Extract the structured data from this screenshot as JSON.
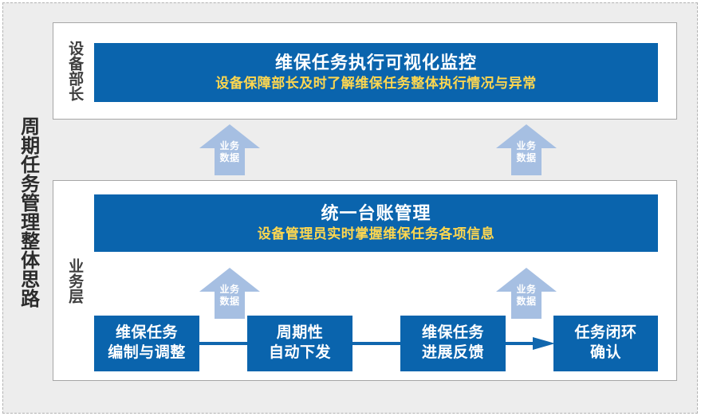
{
  "title_vertical": "周期任务管理整体思路",
  "colors": {
    "brand_blue": "#0a64ad",
    "arrow_blue": "#a6bfe2",
    "subtitle_gold": "#ffd74f",
    "panel_bg": "#ffffff",
    "canvas_bg": "#ededed",
    "connector": "#1167ae"
  },
  "layers": {
    "top": {
      "role": "设备部长",
      "banner": {
        "title": "维保任务执行可视化监控",
        "subtitle": "设备保障部长及时了解维保任务整体执行情况与异常"
      }
    },
    "bottom": {
      "role": "业务层",
      "banner": {
        "title": "统一台账管理",
        "subtitle": "设备管理员实时掌握维保任务各项信息"
      },
      "flow": [
        {
          "label": "维保任务\n编制与调整"
        },
        {
          "label": "周期性\n自动下发"
        },
        {
          "label": "维保任务\n进展反馈"
        },
        {
          "label": "任务闭环\n确认"
        }
      ]
    }
  },
  "arrows": [
    {
      "label": "业务\n数据"
    },
    {
      "label": "业务\n数据"
    },
    {
      "label": "业务\n数据"
    },
    {
      "label": "业务\n数据"
    }
  ]
}
